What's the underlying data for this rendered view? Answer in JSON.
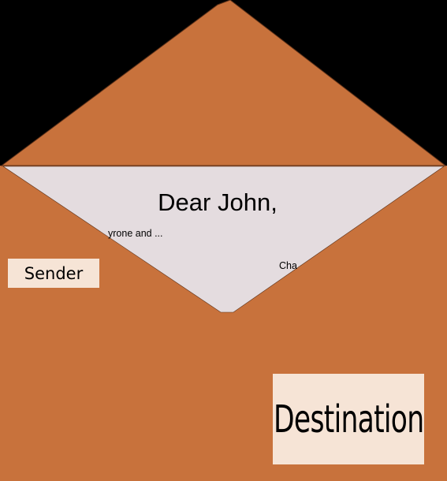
{
  "letter": {
    "greeting": "Dear John,",
    "line1": "yrone and ...",
    "line2": "Cha"
  },
  "envelope": {
    "sender_label": "Sender",
    "destination_label": "Destination"
  },
  "colors": {
    "background": "#000000",
    "envelope": "#c8723c",
    "envelope_outline": "#5a3018",
    "letter_paper": "#e4dcdf",
    "label_paper": "#f6e4d6"
  }
}
